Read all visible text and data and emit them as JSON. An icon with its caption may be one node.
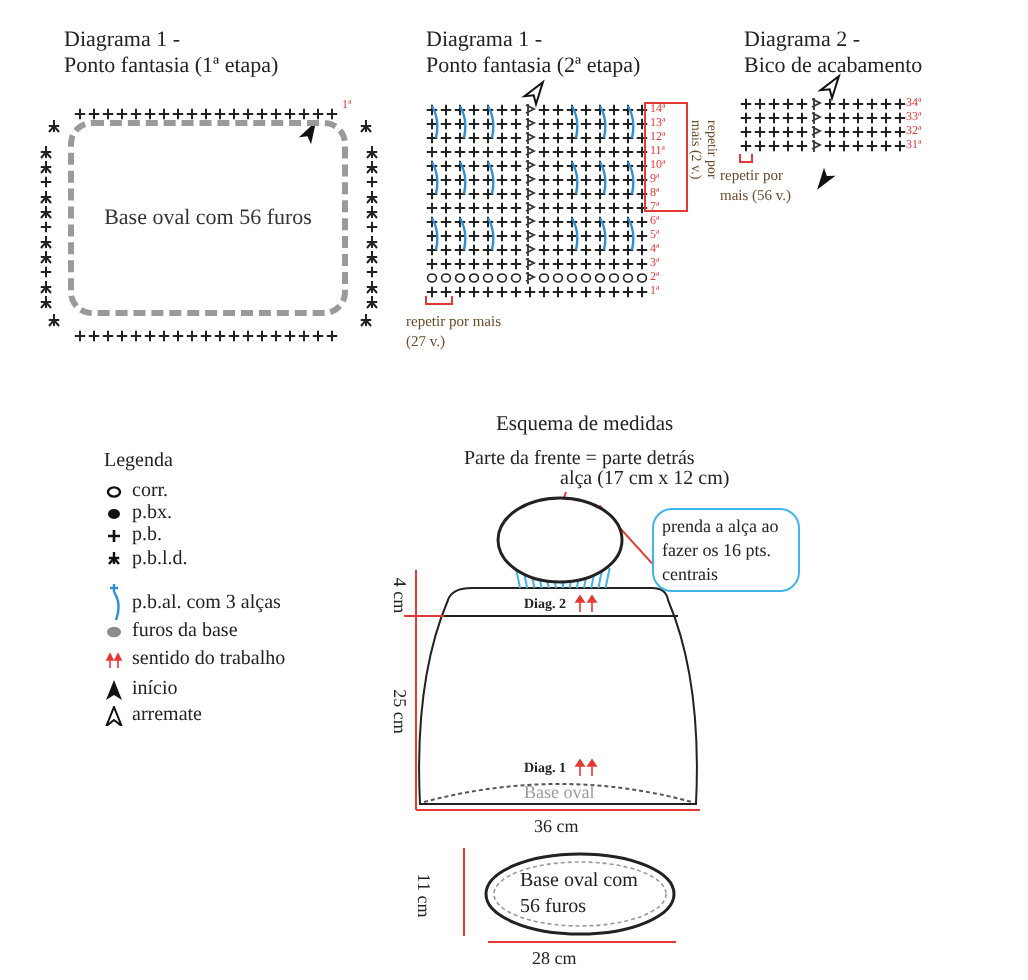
{
  "diagram": {
    "nodes": [
      {
        "text": [
          "Base oval com 56 furos"
        ]
      },
      {
        "text": [
          "alça (17 cm x 12 cm)"
        ]
      },
      {
        "text": [],
        "shape": "circle"
      },
      {
        "text": [
          "prenda a alça ao fazer os 16 pts. centrais"
        ]
      },
      {
        "text": [
          "Base oval com 56 furos"
        ]
      }
    ],
    "edges": [
      {
        "from": 1,
        "to": 2,
        "arrow": "none"
      },
      {
        "from": 3,
        "to": 2,
        "arrow": "none"
      }
    ],
    "labels": [
      "Diagrama 1 -",
      "Ponto fantasia (1ª etapa)",
      "1ª",
      "Diagrama 1 -",
      "Ponto fantasia (2ª etapa)",
      "14ª",
      "13ª",
      "12ª",
      "11ª",
      "10ª",
      "9ª",
      "8ª",
      "7ª",
      "6ª",
      "5ª",
      "4ª",
      "3ª",
      "2ª",
      "1ª",
      "repetir por mais (2 v.)",
      "repetir por mais (27 v.)",
      "Diagrama 2 -",
      "Bico de acabamento",
      "34ª",
      "33ª",
      "32ª",
      "31ª",
      "repetir por mais (56 v.)",
      "Legenda",
      "Esquema de medidas",
      "Parte da frente = parte detrás",
      "4 cm",
      "Diag. 2",
      "25 cm",
      "Diag. 1",
      "Base oval",
      "36 cm",
      "11 cm",
      "28 cm"
    ],
    "legend": [
      {
        "text": "corr."
      },
      {
        "text": "p.bx."
      },
      {
        "text": "p.b."
      },
      {
        "text": "p.b.l.d."
      },
      {
        "text": "p.b.al. com 3 alças"
      },
      {
        "text": "furos da base"
      },
      {
        "text": "sentido do trabalho"
      },
      {
        "text": "início"
      },
      {
        "text": "arremate"
      }
    ]
  }
}
